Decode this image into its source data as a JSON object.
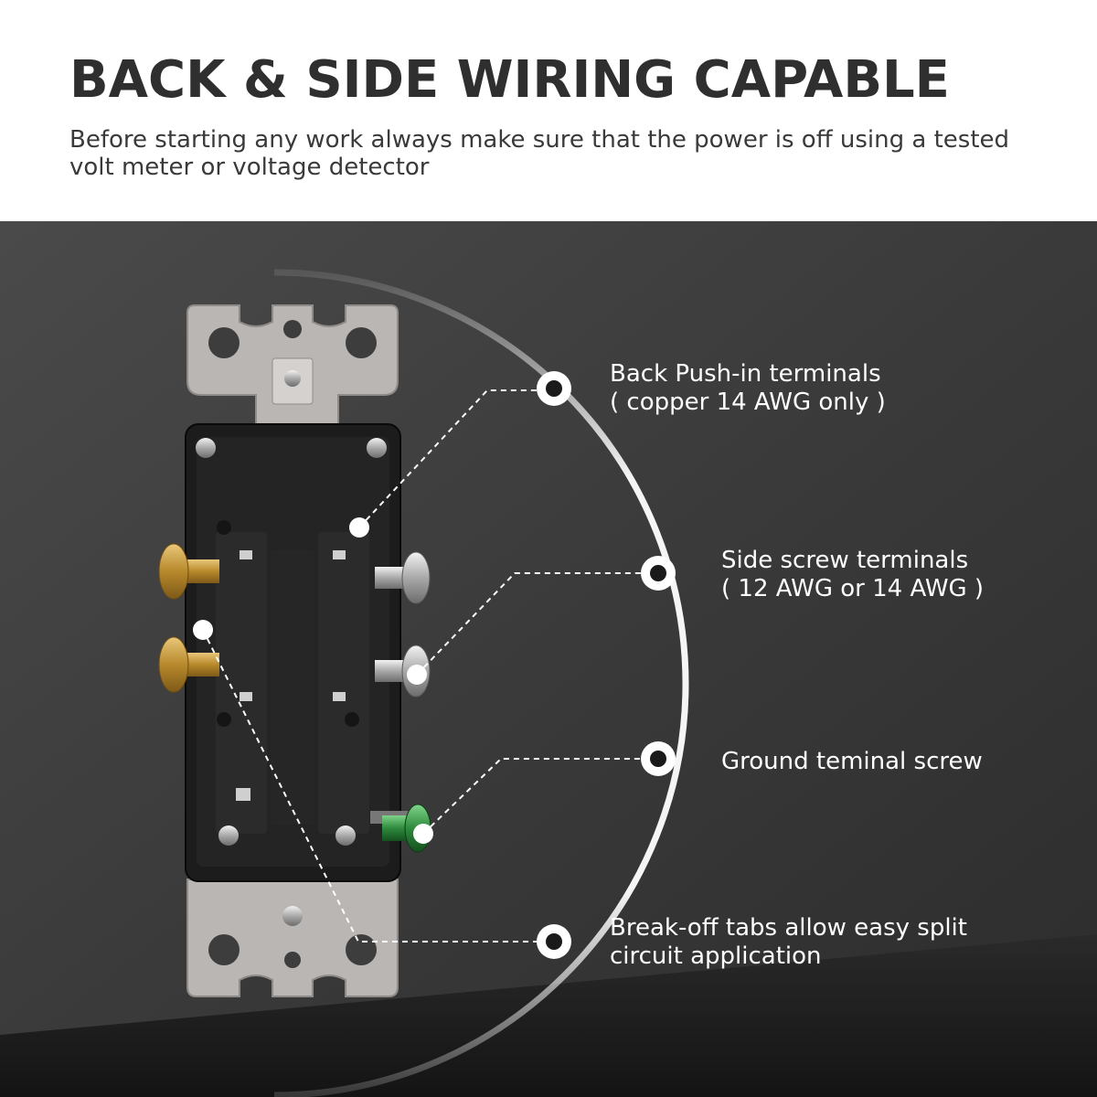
{
  "header": {
    "title": "BACK & SIDE WIRING CAPABLE",
    "subtitle": "Before starting any work always make sure that the power is off using a tested volt meter or voltage detector"
  },
  "callouts": [
    {
      "line1": "Back Push-in terminals",
      "line2": "( copper 14 AWG only )"
    },
    {
      "line1": "Side screw terminals",
      "line2": "( 12 AWG or 14 AWG )"
    },
    {
      "line1": "Ground teminal screw",
      "line2": ""
    },
    {
      "line1": "Break-off tabs allow easy split",
      "line2": "circuit application"
    }
  ],
  "colors": {
    "background_dark": "#3d3d3d",
    "background_floor": "#1f1f1f",
    "arc": "#e6e6e6",
    "strap": "#b9b6b3",
    "receptacle_body": "#1c1c1c",
    "brass_screw": "#c49a3a",
    "silver_screw": "#c8c8c8",
    "ground_screw": "#2e8a3c",
    "callout_text": "#ffffff"
  }
}
